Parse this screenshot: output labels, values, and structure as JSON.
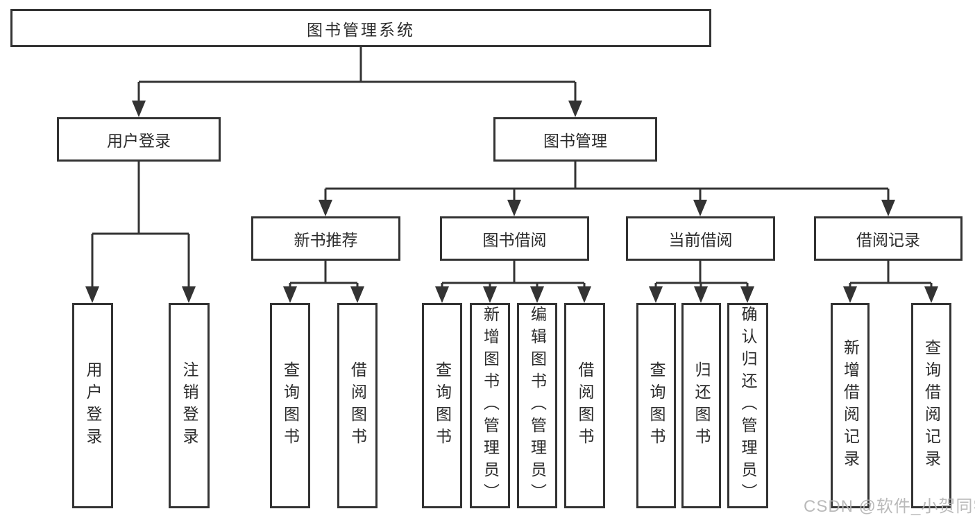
{
  "tree": {
    "root": {
      "label": "图书管理系统"
    },
    "branches": [
      {
        "label": "用户登录",
        "children": [
          {
            "label": "用户登录"
          },
          {
            "label": "注销登录"
          }
        ]
      },
      {
        "label": "图书管理",
        "modules": [
          {
            "label": "新书推荐",
            "children": [
              {
                "label": "查询图书"
              },
              {
                "label": "借阅图书"
              }
            ]
          },
          {
            "label": "图书借阅",
            "children": [
              {
                "label": "查询图书"
              },
              {
                "label": "新增图书（管理员）"
              },
              {
                "label": "编辑图书（管理员）"
              },
              {
                "label": "借阅图书"
              }
            ]
          },
          {
            "label": "当前借阅",
            "children": [
              {
                "label": "查询图书"
              },
              {
                "label": "归还图书"
              },
              {
                "label": "确认归还（管理员）"
              }
            ]
          },
          {
            "label": "借阅记录",
            "children": [
              {
                "label": "新增借阅记录"
              },
              {
                "label": "查询借阅记录"
              }
            ]
          }
        ]
      }
    ]
  },
  "watermark": "CSDN @软件_小贺同学",
  "colors": {
    "line": "#333333",
    "text": "#2b2b2b",
    "background": "#ffffff",
    "watermark": "#b3b3b3"
  }
}
